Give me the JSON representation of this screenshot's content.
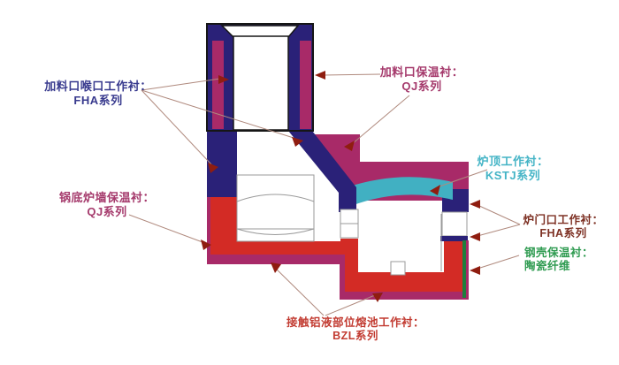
{
  "diagram": {
    "type": "furnace-lining-cross-section",
    "labels": {
      "feed_throat": {
        "title": "加料口喉口工作衬：",
        "series": "FHA系列",
        "color": "#383a8e"
      },
      "feed_insulation": {
        "title": "加料口保温衬：",
        "series": "QJ系列",
        "color": "#a53a6c"
      },
      "roof_working": {
        "title": "炉顶工作衬：",
        "series": "KSTJ系列",
        "color": "#44b4c6"
      },
      "pot_wall_insulation": {
        "title": "锅底炉墙保温衬：",
        "series": "QJ系列",
        "color": "#a53a6c"
      },
      "door_working": {
        "title": "炉门口工作衬：",
        "series": "FHA系列",
        "color": "#7d3023"
      },
      "shell_insulation": {
        "title": "钢壳保温衬：",
        "series": "陶瓷纤维",
        "color": "#2f9b51"
      },
      "bath_working": {
        "title": "接触铝液部位熔池工作衬：",
        "series": "BZL系列",
        "color": "#c23b31"
      }
    },
    "colors": {
      "working_lining_navy": "#2a2178",
      "insulation_magenta": "#a82a68",
      "bath_red": "#d32b25",
      "roof_cyan": "#41b0c2",
      "ceramic_fiber_green": "#1e7e3c",
      "outline_black": "#161616",
      "inner_outline_grey": "#9a9a9a",
      "leader_line": "#b08a7e",
      "arrow": "#8f1d10",
      "background": "#ffffff"
    }
  }
}
